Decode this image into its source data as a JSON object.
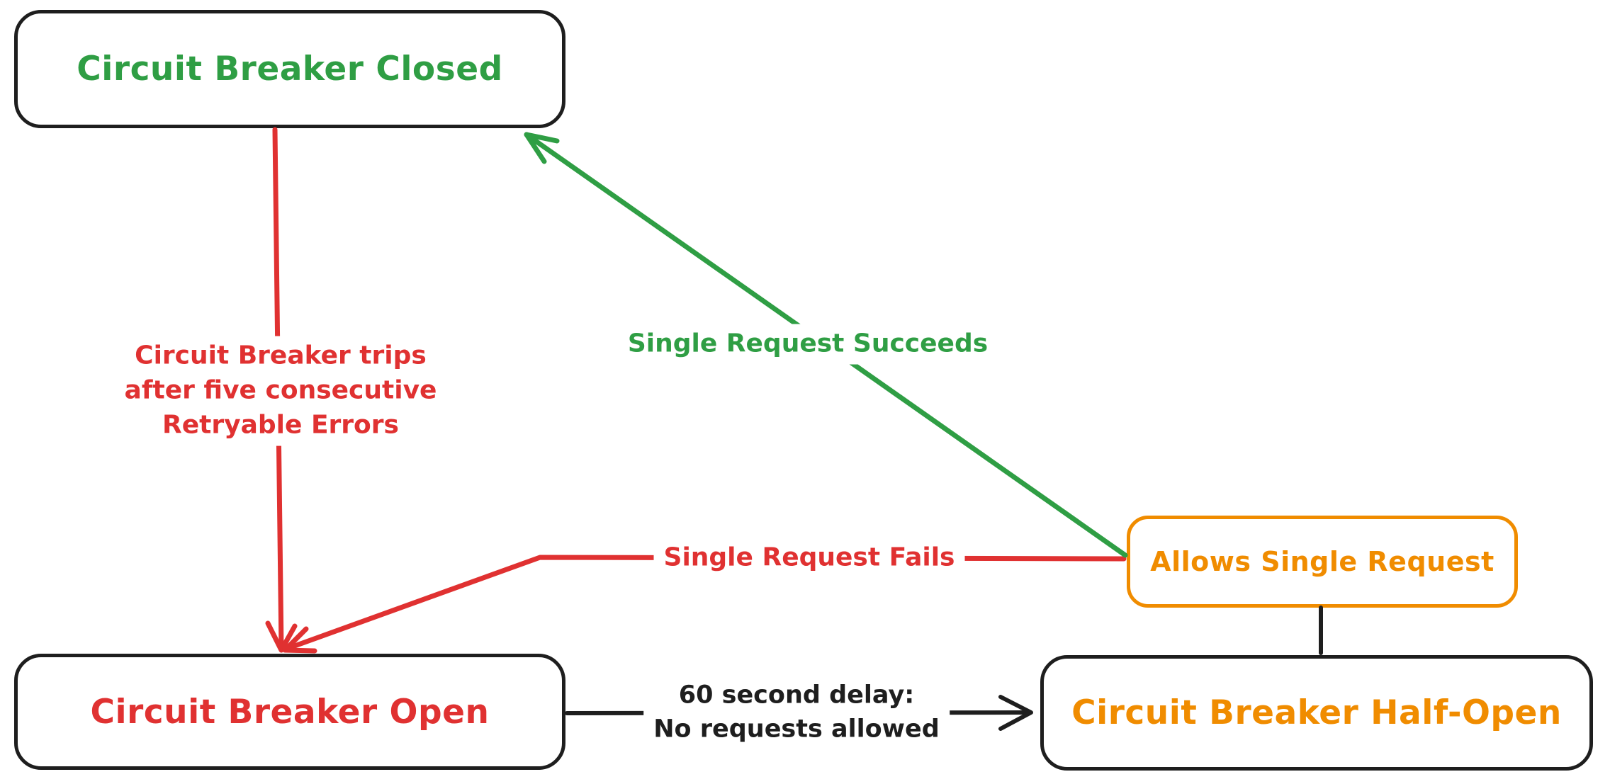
{
  "diagram": {
    "type": "state-diagram",
    "background_color": "#ffffff",
    "colors": {
      "green": "#2f9e44",
      "red": "#e03131",
      "orange": "#f08c00",
      "black": "#1e1e1e"
    },
    "nodes": {
      "closed": {
        "label": "Circuit Breaker Closed",
        "text_color": "#2f9e44",
        "border_color": "#1e1e1e"
      },
      "open": {
        "label": "Circuit Breaker Open",
        "text_color": "#e03131",
        "border_color": "#1e1e1e"
      },
      "half_open": {
        "label": "Circuit Breaker Half-Open",
        "text_color": "#f08c00",
        "border_color": "#1e1e1e"
      },
      "allows_single_request": {
        "label": "Allows Single Request",
        "text_color": "#f08c00",
        "border_color": "#f08c00"
      }
    },
    "edges": {
      "trip": {
        "from": "closed",
        "to": "open",
        "color": "#e03131",
        "lines": [
          "Circuit Breaker trips",
          "after five consecutive",
          "Retryable Errors"
        ]
      },
      "single_request_succeeds": {
        "from": "allows_single_request",
        "to": "closed",
        "color": "#2f9e44",
        "label": "Single Request Succeeds"
      },
      "single_request_fails": {
        "from": "allows_single_request",
        "to": "open",
        "color": "#e03131",
        "label": "Single Request Fails"
      },
      "delay": {
        "from": "open",
        "to": "half_open",
        "color": "#1e1e1e",
        "lines": [
          "60 second delay:",
          "No requests allowed"
        ]
      },
      "half_open_link": {
        "from": "allows_single_request",
        "to": "half_open",
        "color": "#1e1e1e"
      }
    }
  }
}
